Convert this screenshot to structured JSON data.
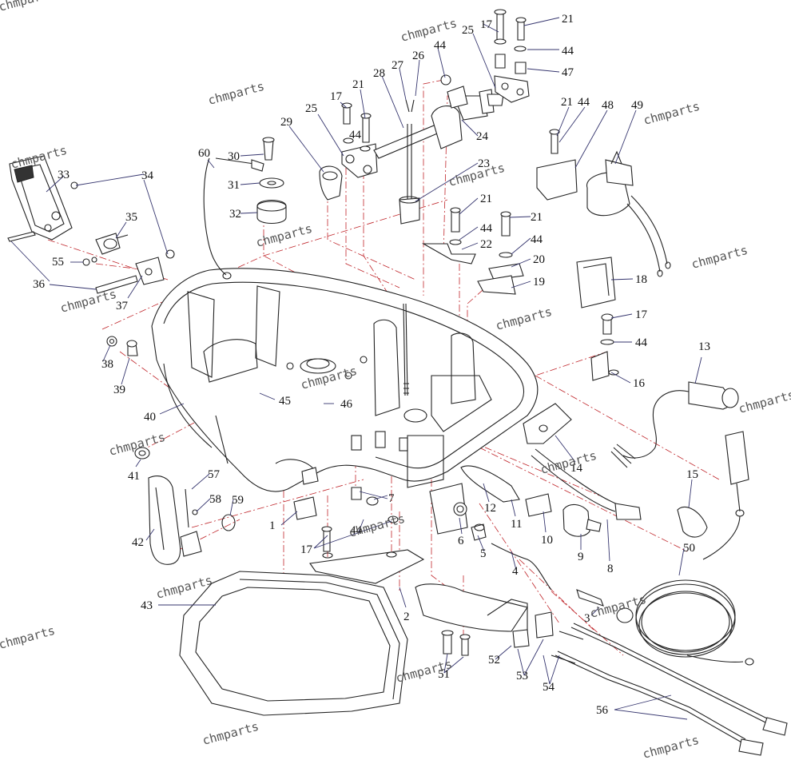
{
  "diagram": {
    "watermark_text": "chmparts",
    "colors": {
      "outline": "#222222",
      "centerline": "#c0262b",
      "leader": "#35356e",
      "background": "#ffffff"
    },
    "callouts": [
      "1",
      "2",
      "3",
      "4",
      "5",
      "6",
      "7",
      "8",
      "9",
      "10",
      "11",
      "12",
      "13",
      "14",
      "15",
      "16",
      "17",
      "18",
      "19",
      "20",
      "21",
      "22",
      "23",
      "24",
      "25",
      "26",
      "27",
      "28",
      "29",
      "30",
      "31",
      "32",
      "33",
      "34",
      "35",
      "36",
      "37",
      "38",
      "39",
      "40",
      "41",
      "42",
      "43",
      "44",
      "45",
      "46",
      "47",
      "48",
      "49",
      "50",
      "51",
      "52",
      "53",
      "54",
      "55",
      "56",
      "57",
      "58",
      "59",
      "60"
    ]
  }
}
